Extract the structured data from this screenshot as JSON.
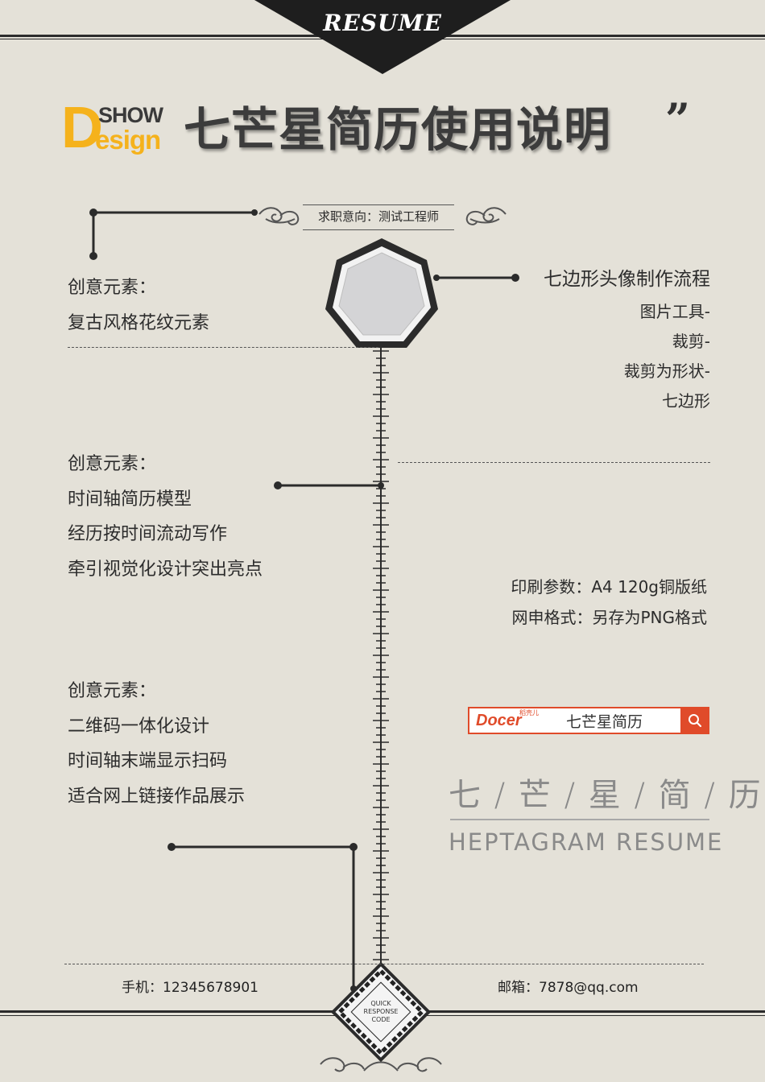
{
  "banner": {
    "text": "RESUME"
  },
  "logo": {
    "big_letter": "D",
    "show": "SHOW",
    "esign": "esign"
  },
  "title": {
    "main": "七芒星简历使用说明",
    "quote": "”"
  },
  "job_intention": "求职意向：测试工程师",
  "left_blocks": [
    {
      "heading": "创意元素：",
      "lines": [
        "复古风格花纹元素"
      ]
    },
    {
      "heading": "创意元素：",
      "lines": [
        "时间轴简历模型",
        "经历按时间流动写作",
        "牵引视觉化设计突出亮点"
      ]
    },
    {
      "heading": "创意元素：",
      "lines": [
        "二维码一体化设计",
        "时间轴末端显示扫码",
        "适合网上链接作品展示"
      ]
    }
  ],
  "avatar_process": {
    "title": "七边形头像制作流程",
    "steps": [
      "图片工具-",
      "裁剪-",
      "裁剪为形状-",
      "七边形"
    ]
  },
  "print_params": {
    "line1": "印刷参数：A4 120g铜版纸",
    "line2": "网申格式：另存为PNG格式"
  },
  "search_bar": {
    "brand": "Docer",
    "brand_small": "稻壳儿",
    "query": "七芒星简历",
    "icon": "search-icon"
  },
  "brand_cn": "七 / 芒 / 星 / 简 / 历",
  "brand_en": "HEPTAGRAM  RESUME",
  "qr": {
    "l1": "QUICK",
    "l2": "RESPONSE",
    "l3": "CODE"
  },
  "contact": {
    "phone": "手机：12345678901",
    "email": "邮箱：7878@qq.com"
  },
  "colors": {
    "background": "#e4e1d8",
    "accent": "#f5b21c",
    "search_red": "#e04b2a",
    "ink": "#2b2b2b"
  }
}
